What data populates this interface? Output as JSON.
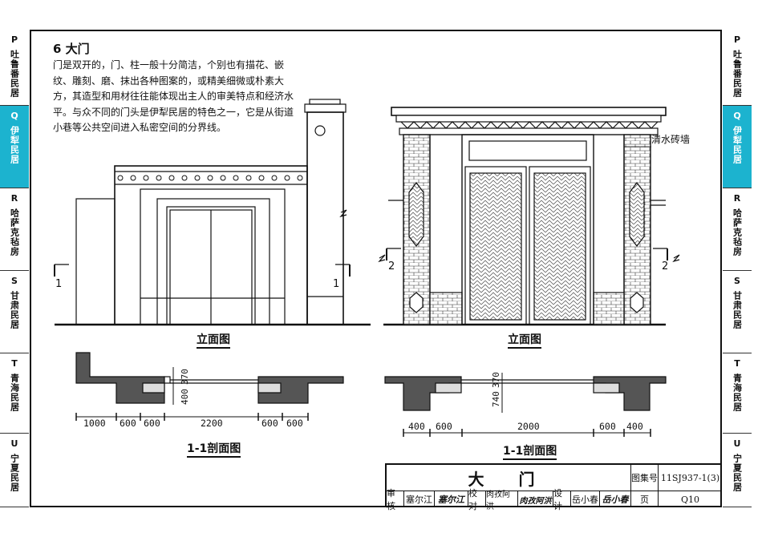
{
  "side_tabs_left": [
    {
      "code": "P",
      "name": "吐鲁番民居",
      "active": false
    },
    {
      "code": "Q",
      "name": "伊犁民居",
      "active": true
    },
    {
      "code": "R",
      "name": "哈萨克毡房",
      "active": false
    },
    {
      "code": "S",
      "name": "甘肃民居",
      "active": false
    },
    {
      "code": "T",
      "name": "青海民居",
      "active": false
    },
    {
      "code": "U",
      "name": "宁夏民居",
      "active": false
    }
  ],
  "side_tabs_right": [
    {
      "code": "P",
      "name": "吐鲁番民居",
      "active": false
    },
    {
      "code": "Q",
      "name": "伊犁民居",
      "active": true
    },
    {
      "code": "R",
      "name": "哈萨克毡房",
      "active": false
    },
    {
      "code": "S",
      "name": "甘肃民居",
      "active": false
    },
    {
      "code": "T",
      "name": "青海民居",
      "active": false
    },
    {
      "code": "U",
      "name": "宁夏民居",
      "active": false
    }
  ],
  "section": {
    "title": "6  大门",
    "paragraph": "门是双开的，门、柱一般十分简洁，个别也有描花、嵌纹、雕刻、磨、抹出各种图案的，或精美细微或朴素大方，其造型和用材往往能体现出主人的审美特点和经济水平。与众不同的门头是伊犁民居的特色之一，它是从街道小巷等公共空间进入私密空间的分界线。"
  },
  "left_drawing": {
    "elevation_caption": "立面图",
    "section_mark_left": "1",
    "section_mark_right": "1",
    "plan_caption": "1-1剖面图",
    "dims": [
      "1000",
      "600",
      "600",
      "2200",
      "600",
      "600"
    ],
    "vertical_dims": [
      "400",
      "370"
    ]
  },
  "right_drawing": {
    "elevation_caption": "立面图",
    "wall_label": "清水砖墙",
    "section_mark_left": "2",
    "section_mark_right": "2",
    "plan_caption": "1-1剖面图",
    "dims": [
      "400",
      "600",
      "2000",
      "600",
      "400"
    ],
    "vertical_dims": [
      "740",
      "370"
    ]
  },
  "title_block": {
    "title": "大   门",
    "atlas_label": "图集号",
    "atlas_no": "11SJ937-1(3)",
    "review_label": "审核",
    "reviewer": "塞尔江",
    "reviewer_sig": "塞尔江",
    "check_label": "校对",
    "checker": "肉孜阿洪",
    "checker_sig": "肉孜阿洪",
    "design_label": "设计",
    "designer": "岳小春",
    "designer_sig": "岳小春",
    "page_label": "页",
    "page_no": "Q10"
  }
}
